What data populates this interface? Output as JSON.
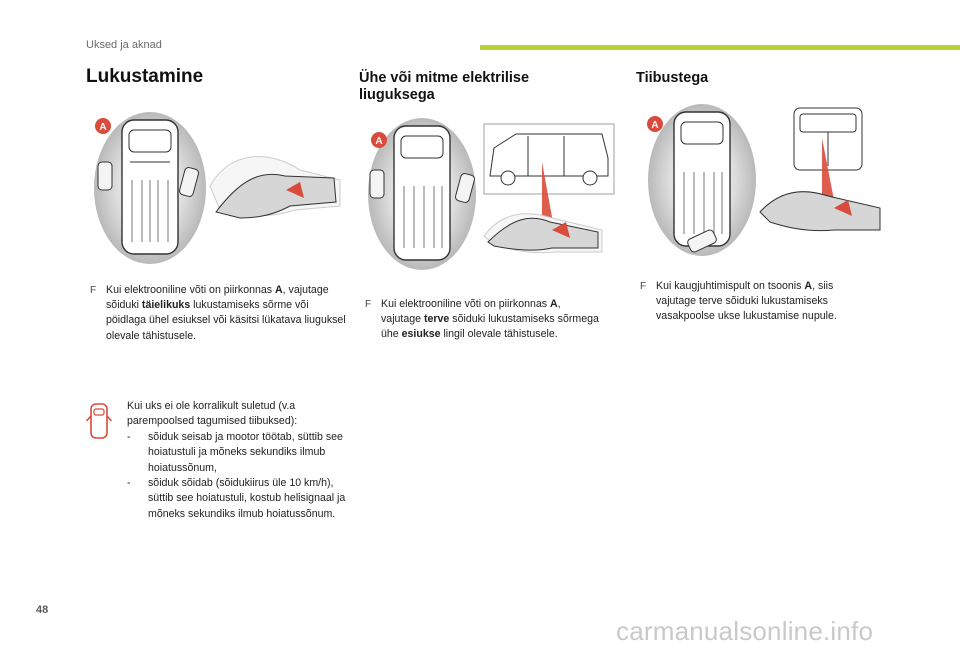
{
  "header": {
    "section_title": "Uksed ja aknad"
  },
  "accent_color": "#b5d334",
  "columns": [
    {
      "title": "Lukustamine",
      "paragraph": {
        "bullet": "F",
        "t1": "Kui elektrooniline võti on piirkonnas ",
        "a": "A",
        "t2": ", vajutage sõiduki ",
        "b": "täielikuks",
        "t3": " lukustamiseks sõrme või pöidlaga ühel esiuksel või käsitsi lükatava liuguksel olevale tähistusele."
      }
    },
    {
      "title_line1": "Ühe või mitme elektrilise",
      "title_line2": "liuguksega",
      "paragraph": {
        "bullet": "F",
        "t1": "Kui elektrooniline võti on piirkonnas ",
        "a": "A",
        "t2": ", vajutage ",
        "b1": "terve",
        "t3": " sõiduki lukustamiseks sõrmega ühe ",
        "b2": "esiukse",
        "t4": " lingil olevale tähistusele."
      }
    },
    {
      "title": "Tiibustega",
      "paragraph": {
        "bullet": "F",
        "t1": "Kui kaugjuhtimispult on tsoonis ",
        "a": "A",
        "t2": ", siis vajutage terve sõiduki lukustamiseks vasakpoolse ukse lukustamise nupule."
      }
    }
  ],
  "warning": {
    "intro": "Kui uks ei ole korralikult suletud (v.a parempoolsed tagumised tiibuksed):",
    "items": [
      {
        "dash": "-",
        "text": "sõiduk seisab ja mootor töötab, süttib see hoiatustuli ja mõneks sekundiks ilmub hoiatussõnum,"
      },
      {
        "dash": "-",
        "text": "sõiduk sõidab (sõidukiirus üle 10 km/h), süttib see hoiatustuli, kostub helisignaal ja mõneks sekundiks ilmub hoiatussõnum."
      }
    ]
  },
  "illustration_labels": {
    "zone_a": "A"
  },
  "page_number": "48",
  "watermark": "carmanualsonline.info"
}
